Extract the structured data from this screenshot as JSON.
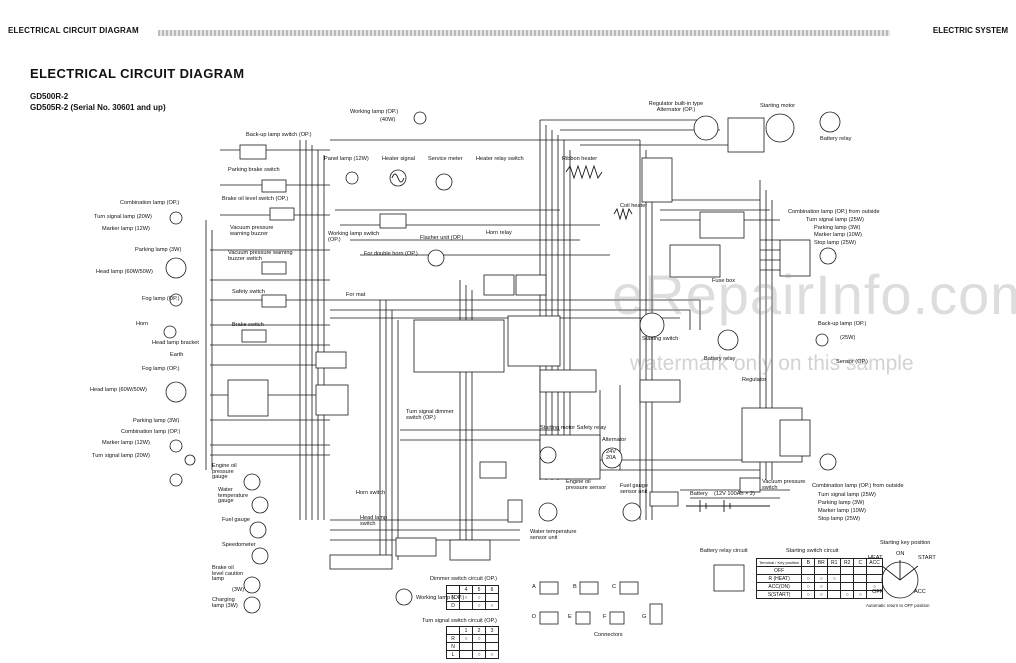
{
  "header": {
    "left": "ELECTRICAL CIRCUIT DIAGRAM",
    "right": "ELECTRIC SYSTEM"
  },
  "title": "ELECTRICAL CIRCUIT DIAGRAM",
  "models": [
    "GD500R-2",
    "GD505R-2 (Serial No. 30601 and up)"
  ],
  "watermark": {
    "main": "eRepairInfo.com",
    "sub": "watermark only on this sample"
  },
  "left_labels": {
    "backup_lamp_switch": "Back-up lamp switch (OP.)",
    "parking_brake_switch": "Parking brake switch",
    "brake_oil_level_switch": "Brake oil level switch (OP.)",
    "combination_lamp": "Combination lamp (OP.)",
    "turn_signal_lamp": "Turn signal lamp (20W)",
    "marker_lamp": "Marker lamp (12W)",
    "vacuum_buzzer": "Vacuum pressure warning buzzer",
    "parking_lamp": "Parking lamp (3W)",
    "head_lamp_top": "Head lamp (60W/50W)",
    "vacuum_switch": "Vacuum pressure warning buzzer switch",
    "safety_switch": "Safety switch",
    "fog_lamp": "Fog lamp (OP.)",
    "brake_switch": "Brake switch",
    "horn": "Horn",
    "head_lamp_bracket": "Head lamp bracket",
    "earth": "Earth",
    "fog_lamp_2": "Fog lamp (OP.)",
    "head_lamp_bottom": "Head lamp (60W/50W)",
    "parking_lamp_2": "Parking lamp (3W)",
    "combination_lamp_2": "Combination lamp (OP.)",
    "marker_lamp_2": "Marker lamp (12W)",
    "turn_signal_lamp_2": "Turn signal lamp (20W)"
  },
  "top_labels": {
    "working_lamp": "Working lamp (OP.)",
    "working_lamp_w": "(40W)",
    "panel_lamp": "Panel lamp (12W)",
    "heater_signal": "Heater signal",
    "service_meter": "Service meter",
    "heater_relay_switch": "Heater relay switch",
    "ribbon_heater": "Ribbon heater",
    "regulator_alternator": "Regulator built-in type Alternator (OP.)",
    "starting_motor": "Starting motor",
    "battery_relay": "Battery relay",
    "coil_heater": "Coil heater"
  },
  "mid_labels": {
    "working_lamp_switch": "Working lamp switch (OP.)",
    "flasher_unit": "Flasher unit (OP.)",
    "horn_relay": "Horn relay",
    "for_double_horn": "For double horn (OP.)",
    "for_mat": "For mat",
    "fuse_box": "Fuse box",
    "starting_switch": "Starting switch",
    "battery_relay_2": "Battery relay",
    "regulator": "Regulator",
    "turn_signal_dimmer_switch": "Turn signal dimmer switch (OP.)",
    "horn_switch": "Horn switch",
    "head_lamp_switch": "Head lamp switch",
    "starting_motor_safety_relay": "Starting motor Safety relay",
    "alternator": "Alternator",
    "alt_spec": "24V 20A",
    "engine_oil_gauge": "Engine oil pressure gauge",
    "water_temp_gauge": "Water temperature gauge",
    "fuel_gauge": "Fuel gauge",
    "speedometer": "Speedometer",
    "brake_oil_lamp": "Brake oil level caution lamp",
    "brake_oil_lamp_w": "(3W)",
    "charging_lamp": "Charging lamp (3W)",
    "engine_oil_sensor": "Engine oil pressure sensor",
    "fuel_gauge_sensor": "Fuel gauge sensor unit",
    "water_temp_sensor": "Water temperature sensor unit",
    "battery": "Battery",
    "battery_spec": "(12V 100Ah × 2)",
    "working_lamp_bottom": "Working lamp (OP.)"
  },
  "right_labels": {
    "combination_lamp_outside": "Combination lamp (OP.) from outside",
    "turn_signal_lamp": "Turn signal lamp (25W)",
    "parking_lamp": "Parking lamp (3W)",
    "marker_lamp": "Marker lamp (10W)",
    "stop_lamp": "Stop lamp (25W)",
    "backup_lamp": "Back-up lamp (OP.)",
    "backup_lamp_w": "(25W)",
    "vacuum_pressure_switch": "Vacuum pressure switch",
    "combination_lamp_outside_2": "Combination lamp (OP.) from outside",
    "turn_signal_lamp_2": "Turn signal lamp (25W)",
    "parking_lamp_2": "Parking lamp (3W)",
    "marker_lamp_2": "Marker lamp (10W)",
    "stop_lamp_2": "Stop lamp (25W)",
    "sensor_buzzer": "Sensor (OP.)"
  },
  "bottom": {
    "dimmer_switch_circuit": "Dimmer switch circuit (OP.)",
    "dimmer_cols": [
      "",
      "4",
      "5",
      "6"
    ],
    "dimmer_rows": [
      "N",
      "D"
    ],
    "turn_signal_switch_circuit": "Turn signal switch circuit (OP.)",
    "turn_cols": [
      "",
      "1",
      "2",
      "3"
    ],
    "turn_rows": [
      "R",
      "N",
      "L"
    ],
    "connectors": "Connectors",
    "connector_letters": [
      "A",
      "B",
      "C",
      "D",
      "E",
      "F",
      "G"
    ],
    "battery_relay_circuit": "Battery relay circuit",
    "starting_switch_circuit": "Starting switch circuit",
    "starting_cols": [
      "Terminal / Key position",
      "B",
      "BR",
      "R1",
      "R2",
      "C",
      "ACC"
    ],
    "starting_rows": [
      "OFF",
      "R (HEAT)",
      "ACC(ON)",
      "S(START)"
    ],
    "starting_key_position": "Starting key position",
    "key_positions": [
      "HEAT",
      "ON",
      "START",
      "OFF",
      "ACC"
    ],
    "key_note": "Automatic return to OFF position"
  }
}
